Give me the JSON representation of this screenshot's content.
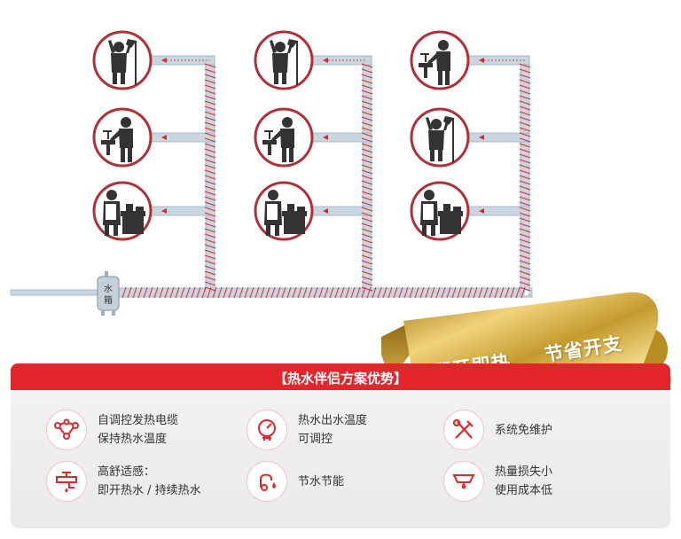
{
  "tank": {
    "label_line1": "水",
    "label_line2": "箱"
  },
  "banner": {
    "left": "即开即热",
    "right": "节省开支"
  },
  "panel": {
    "title": "【热水伴侣方案优势】"
  },
  "features": [
    {
      "icon": "network-icon",
      "lines": [
        "自调控发热电缆",
        "保持热水温度"
      ]
    },
    {
      "icon": "thermometer-gauge-icon",
      "lines": [
        "热水出水温度",
        "可调控"
      ]
    },
    {
      "icon": "tools-icon",
      "lines": [
        "系统免维护"
      ]
    },
    {
      "icon": "faucet-icon",
      "lines": [
        "高舒适感：",
        "即开热水 / 持续热水"
      ]
    },
    {
      "icon": "water-saving-icon",
      "lines": [
        "节水节能"
      ]
    },
    {
      "icon": "sink-drop-icon",
      "lines": [
        "热量损失小",
        "使用成本低"
      ]
    }
  ],
  "colors": {
    "accent_red": "#e2262c",
    "pipe": "#c9d6e0",
    "pipe_edge": "#9fb1bf",
    "gold": "#c9a23a"
  },
  "fixtures_per_column": [
    "shower",
    "washbasin",
    "kitchen"
  ]
}
